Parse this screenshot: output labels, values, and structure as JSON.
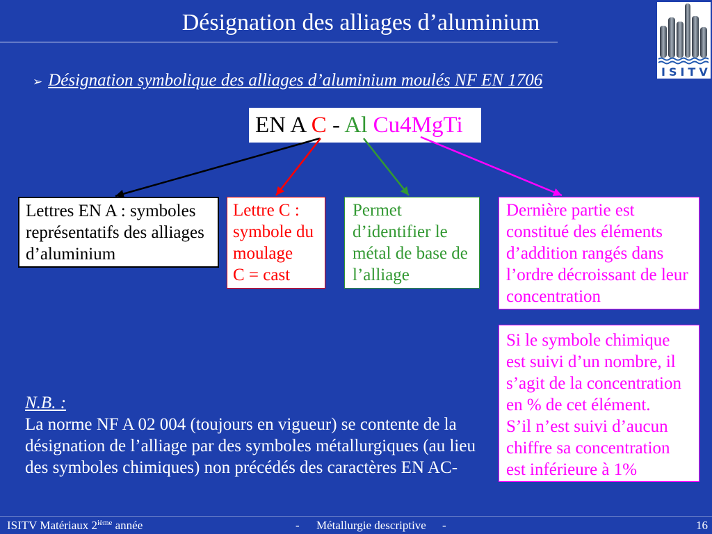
{
  "colors": {
    "background": "#1e3fad",
    "text": "#ffffff",
    "black": "#000000",
    "red": "#ff0000",
    "green": "#339933",
    "magenta": "#ff00ff"
  },
  "logo": {
    "text": "ISITV"
  },
  "title": "Désignation des alliages d’aluminium",
  "subtitle": {
    "bullet": "➢",
    "text": "Désignation symbolique des alliages d’aluminium moulés NF EN 1706"
  },
  "designation": {
    "prefix": "EN A",
    "casting_letter": "C",
    "separator": "-",
    "base_metal": "Al",
    "additions": "Cu4MgTi"
  },
  "boxes": {
    "prefix": {
      "lines": [
        "Lettres EN A : symboles",
        "représentatifs des alliages",
        "d’aluminium"
      ]
    },
    "casting": {
      "lines": [
        "Lettre C :",
        "symbole du",
        "moulage",
        "C = cast"
      ]
    },
    "base_metal": {
      "lines": [
        "Permet",
        "d’identifier le",
        "métal de base de",
        "l’alliage"
      ]
    },
    "additions": {
      "lines": [
        "Dernière partie est",
        "constitué des éléments",
        "d’addition rangés dans",
        "l’ordre décroissant de leur",
        "concentration"
      ]
    },
    "concentration": {
      "lines": [
        "Si le symbole chimique",
        "est suivi d’un nombre, il",
        "s’agit de la concentration",
        "en % de cet élément.",
        "S’il n’est suivi d’aucun",
        "chiffre sa concentration",
        "est inférieure à 1%"
      ]
    }
  },
  "note": {
    "label": "N.B. :",
    "lines": [
      "La norme NF A 02 004 (toujours en vigueur) se contente de la",
      "désignation de l’alliage par des symboles métallurgiques (au lieu",
      "des symboles chimiques) non précédés des caractères EN AC-"
    ]
  },
  "footer": {
    "left_main": "ISITV Matériaux 2",
    "left_sup": "ième",
    "left_end": "année",
    "center_dash_left": "-",
    "center": "Métallurgie descriptive",
    "center_dash_right": "-",
    "page": "16"
  }
}
